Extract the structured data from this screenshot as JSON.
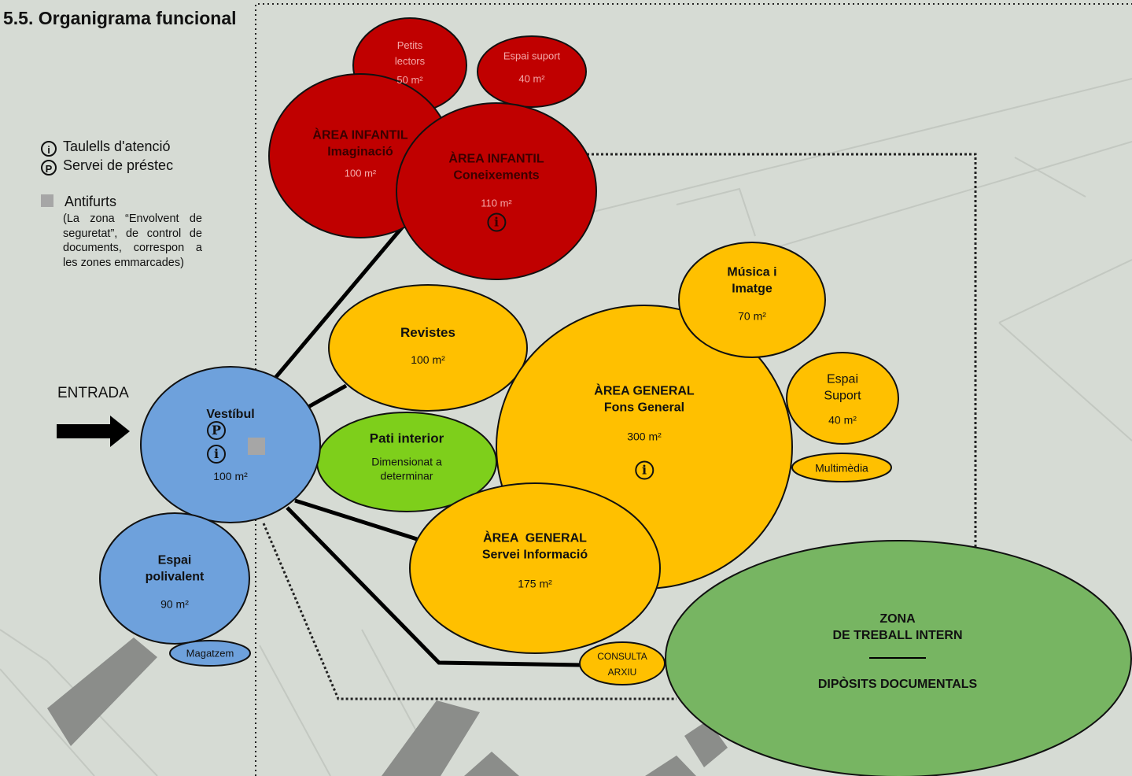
{
  "title": "5.5. Organigrama funcional",
  "legend": {
    "info_symbol": "i",
    "info_label": "Taulells d'atenció",
    "loan_symbol": "P",
    "loan_label": "Servei de préstec",
    "antifurts_label": "Antifurts",
    "antifurts_note": "(La zona “Envolvent de seguretat”, de control de documents, correspon a les zones emmarcades)"
  },
  "entrance": {
    "label": "ENTRADA"
  },
  "colors": {
    "red": "#c00000",
    "yellow": "#ffc000",
    "blue": "#6ea1dc",
    "green_light": "#7ecf1b",
    "green": "#77b562",
    "antifurts": "#a6a6a6",
    "background": "#d6dbd4"
  },
  "nodes": {
    "petits_lectors": {
      "name": "Petits lectors",
      "area": "50 m²"
    },
    "espai_suport_infantil": {
      "name": "Espai suport",
      "area": "40 m²"
    },
    "infantil_imaginacio": {
      "line1": "ÀREA INFANTIL",
      "line2": "Imaginació",
      "area": "100 m²"
    },
    "infantil_coneixements": {
      "line1": "ÀREA INFANTIL",
      "line2": "Coneixements",
      "area": "110 m²"
    },
    "revistes": {
      "name": "Revistes",
      "area": "100 m²"
    },
    "pati_interior": {
      "name": "Pati interior",
      "desc": "Dimensionat a determinar"
    },
    "vestibul": {
      "name": "Vestíbul",
      "area": "100 m²"
    },
    "espai_polivalent": {
      "line1": "Espai",
      "line2": "polivalent",
      "area": "90 m²"
    },
    "magatzem": {
      "name": "Magatzem"
    },
    "musica_imatge": {
      "line1": "Música i",
      "line2": "Imatge",
      "area": "70 m²"
    },
    "area_general_fons": {
      "line1": "ÀREA GENERAL",
      "line2": "Fons General",
      "area": "300 m²"
    },
    "espai_suport_general": {
      "line1": "Espai",
      "line2": "Suport",
      "area": "40 m²"
    },
    "multimedia": {
      "name": "Multimèdia"
    },
    "area_general_servei": {
      "line1": "ÀREA  GENERAL",
      "line2": "Servei Informació",
      "area": "175 m²"
    },
    "consulta_arxiu": {
      "line1": "CONSULTA",
      "line2": "ARXIU"
    },
    "zona_treball": {
      "line1": "ZONA",
      "line2": "DE TREBALL INTERN",
      "line3": "DIPÒSITS DOCUMENTALS"
    }
  }
}
